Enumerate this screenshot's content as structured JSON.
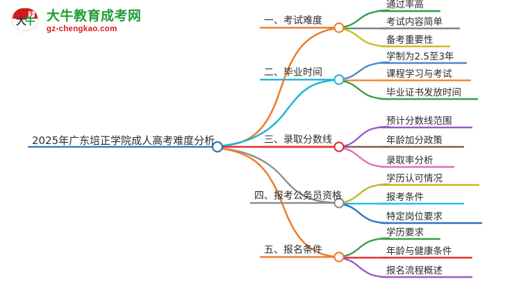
{
  "logo": {
    "mark_chars": [
      "大",
      "牛"
    ],
    "cap_char": "牛",
    "title": "大牛教育成考网",
    "subtitle": "gz-chengkao.com",
    "title_color": "#1f9c36",
    "subtitle_color": "#d6181b"
  },
  "mindmap": {
    "root": {
      "label": "2025年广东培正学院成人高考难度分析",
      "color": "#2e75b6"
    },
    "branches": [
      {
        "label": "一、考试难度",
        "color": "#ed7d31",
        "children": [
          {
            "label": "通过率高",
            "color": "#2f9e41"
          },
          {
            "label": "考试内容简单",
            "color": "#808080"
          },
          {
            "label": "备考重要性",
            "color": "#c5c023"
          }
        ]
      },
      {
        "label": "二、毕业时间",
        "color": "#22b6d6",
        "children": [
          {
            "label": "学制为2.5至3年",
            "color": "#4a86c8"
          },
          {
            "label": "课程学习与考试",
            "color": "#ed8b31"
          },
          {
            "label": "毕业证书发放时间",
            "color": "#3a9e46"
          }
        ]
      },
      {
        "label": "三、录取分数线",
        "color": "#e03030",
        "children": [
          {
            "label": "预计分数线范围",
            "color": "#9b59c8"
          },
          {
            "label": "年龄加分政策",
            "color": "#8a5a4a"
          },
          {
            "label": "录取率分析",
            "color": "#e06ec0"
          }
        ]
      },
      {
        "label": "四、报考公务员资格",
        "color": "#8c8c8c",
        "children": [
          {
            "label": "学历认可情况",
            "color": "#c5b520"
          },
          {
            "label": "报考条件",
            "color": "#22c0e0"
          },
          {
            "label": "特定岗位要求",
            "color": "#2f6fc0"
          }
        ]
      },
      {
        "label": "五、报名条件",
        "color": "#ed7d31",
        "children": [
          {
            "label": "学历要求",
            "color": "#3a9e46"
          },
          {
            "label": "年龄与健康条件",
            "color": "#e03030"
          },
          {
            "label": "报名流程概述",
            "color": "#9b59c8"
          }
        ]
      }
    ]
  }
}
